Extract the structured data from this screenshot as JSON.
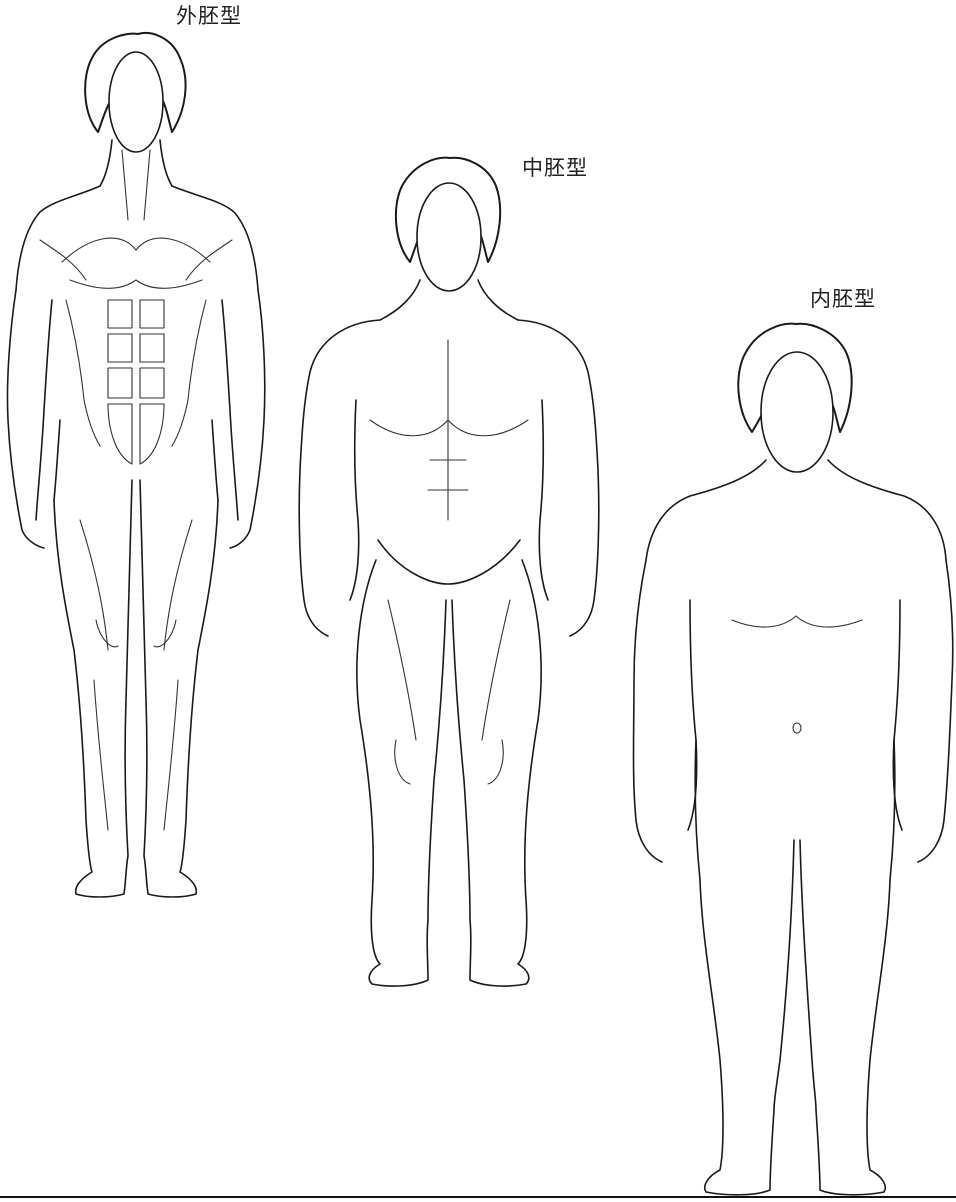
{
  "figures": [
    {
      "id": "ectomorph",
      "label": "外胚型"
    },
    {
      "id": "mesomorph",
      "label": "中胚型"
    },
    {
      "id": "endomorph",
      "label": "内胚型"
    }
  ]
}
